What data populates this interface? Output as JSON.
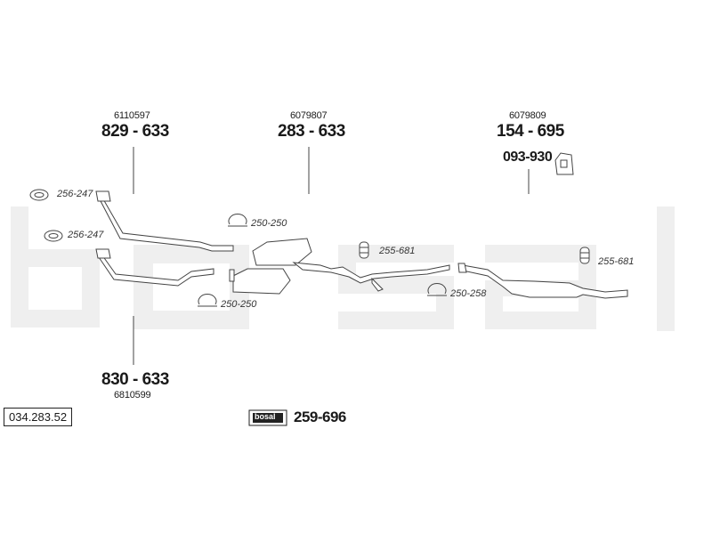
{
  "diagram": {
    "reference": "034.283.52",
    "parts": [
      {
        "id": "front-left-pipe",
        "code": "829 - 633",
        "article": "6110597"
      },
      {
        "id": "center-muffler",
        "code": "283 - 633",
        "article": "6079807"
      },
      {
        "id": "rear-muffler",
        "code": "154 - 695",
        "article": "6079809"
      },
      {
        "id": "front-right-pipe",
        "code": "830 - 633",
        "article": "6810599"
      }
    ],
    "bracket_code": "093-930",
    "fittings": {
      "gasket_top": "256-247",
      "gasket_bottom": "256-247",
      "clamp_top": "250-250",
      "clamp_bottom": "250-250",
      "hanger_center": "255-681",
      "hanger_rear": "255-681",
      "clamp_rear": "250-258"
    },
    "kit": {
      "logo_text": "bosal",
      "code": "259-696"
    },
    "watermark": "bosal",
    "colors": {
      "watermark": "#f0f0f0",
      "line": "#444444",
      "pipe_fill": "#ffffff"
    }
  }
}
